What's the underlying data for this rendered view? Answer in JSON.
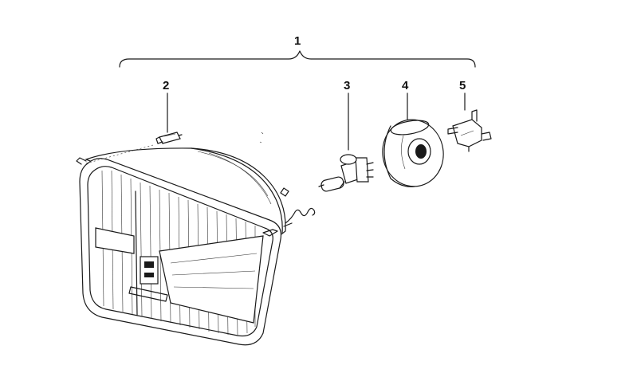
{
  "callouts": {
    "assembly": "1",
    "parking_bulb": "2",
    "main_bulb": "3",
    "cover_cap": "4",
    "bulb_socket": "5"
  }
}
